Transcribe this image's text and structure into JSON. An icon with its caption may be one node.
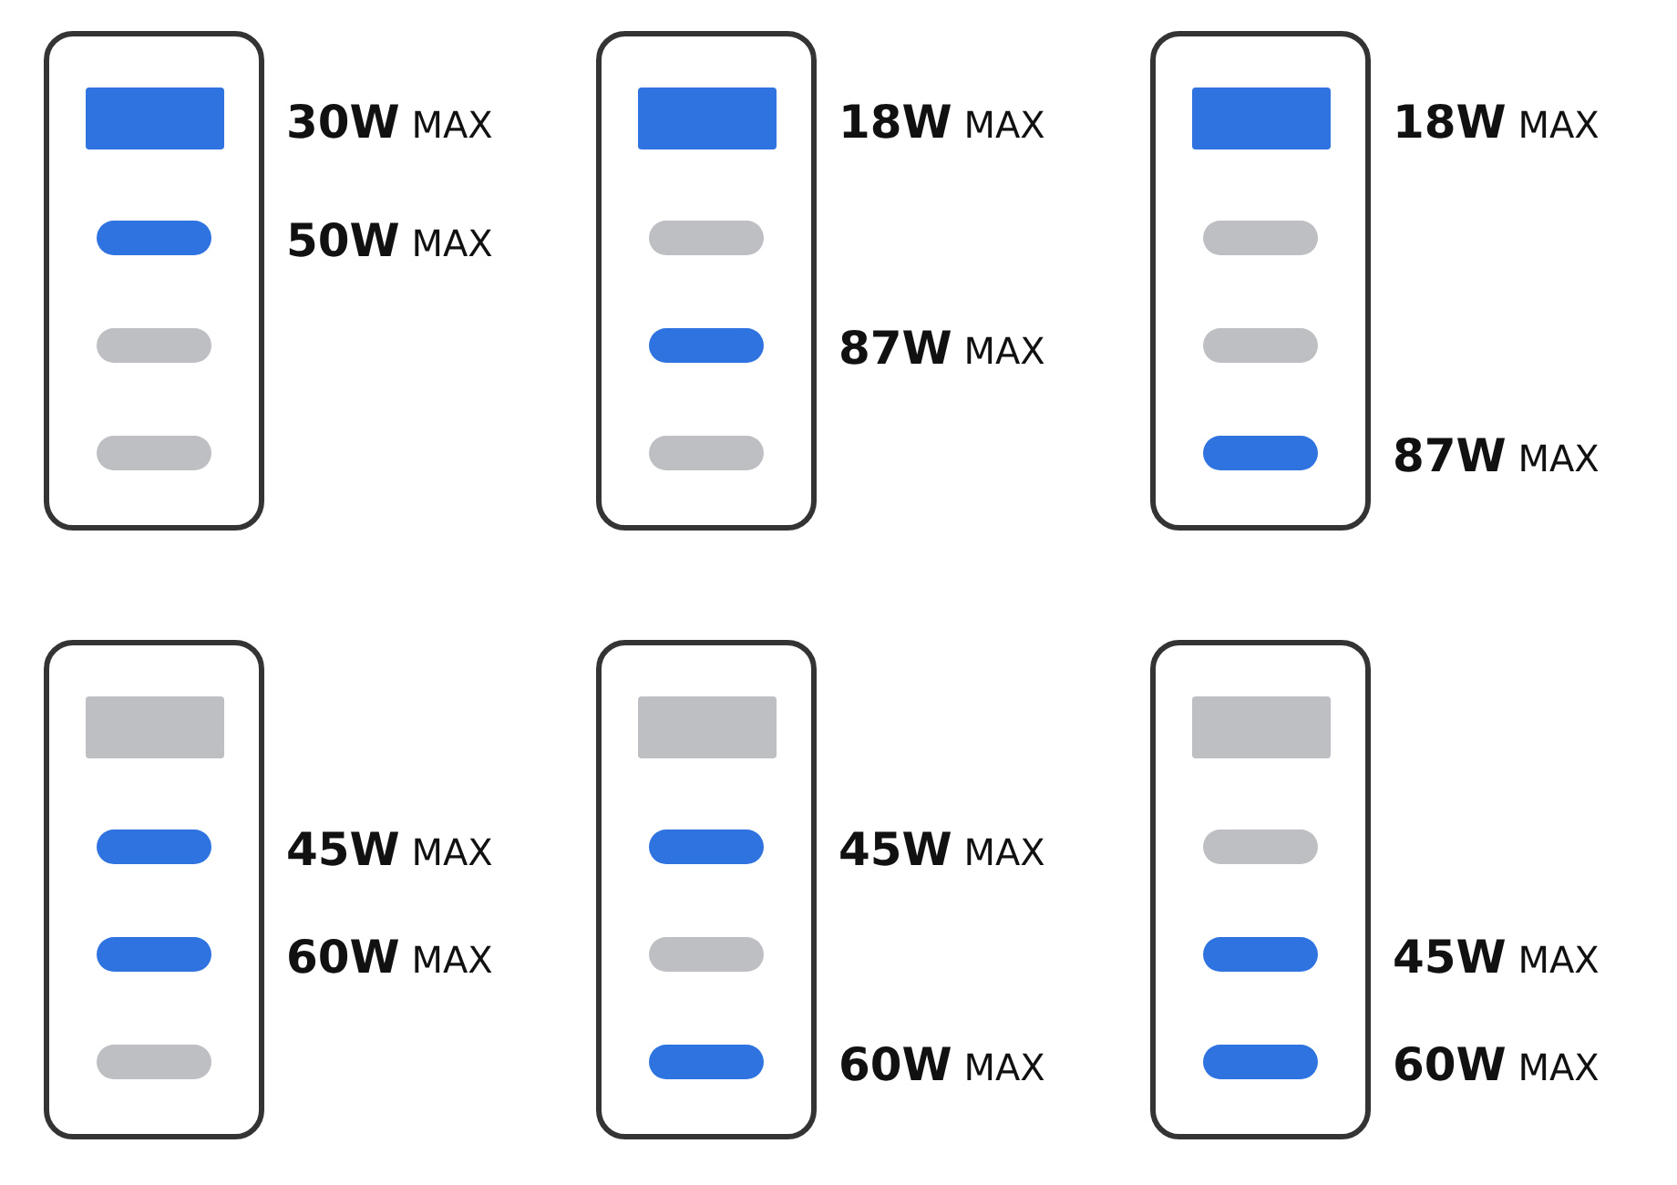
{
  "diagram": {
    "nodes": [
      {
        "text": [],
        "shape": "box"
      },
      {
        "text": [],
        "shape": "box",
        "in": 0,
        "beside": [
          "**30W** MAX"
        ]
      },
      {
        "text": [],
        "shape": "bar",
        "in": 0,
        "beside": [
          "**50W** MAX"
        ]
      },
      {
        "text": [],
        "shape": "bar",
        "in": 0
      },
      {
        "text": [],
        "shape": "bar",
        "in": 0
      },
      {
        "text": [],
        "shape": "box"
      },
      {
        "text": [],
        "shape": "box",
        "in": 5,
        "beside": [
          "**18W** MAX"
        ]
      },
      {
        "text": [],
        "shape": "bar",
        "in": 5
      },
      {
        "text": [],
        "shape": "bar",
        "in": 5,
        "beside": [
          "**87W** MAX"
        ]
      },
      {
        "text": [],
        "shape": "bar",
        "in": 5
      },
      {
        "text": [],
        "shape": "box"
      },
      {
        "text": [],
        "shape": "box",
        "in": 10,
        "beside": [
          "**18W** MAX"
        ]
      },
      {
        "text": [],
        "shape": "bar",
        "in": 10
      },
      {
        "text": [],
        "shape": "bar",
        "in": 10
      },
      {
        "text": [],
        "shape": "bar",
        "in": 10,
        "beside": [
          "**87W** MAX"
        ]
      },
      {
        "text": [],
        "shape": "box"
      },
      {
        "text": [],
        "shape": "box",
        "in": 15
      },
      {
        "text": [],
        "shape": "bar",
        "in": 15,
        "beside": [
          "**45W** MAX"
        ]
      },
      {
        "text": [],
        "shape": "bar",
        "in": 15,
        "beside": [
          "**60W** MAX"
        ]
      },
      {
        "text": [],
        "shape": "bar",
        "in": 15
      },
      {
        "text": [],
        "shape": "box"
      },
      {
        "text": [],
        "shape": "box",
        "in": 20
      },
      {
        "text": [],
        "shape": "bar",
        "in": 20,
        "beside": [
          "**45W** MAX"
        ]
      },
      {
        "text": [],
        "shape": "bar",
        "in": 20
      },
      {
        "text": [],
        "shape": "bar",
        "in": 20,
        "beside": [
          "**60W** MAX"
        ]
      },
      {
        "text": [],
        "shape": "box"
      },
      {
        "text": [],
        "shape": "box",
        "in": 25
      },
      {
        "text": [],
        "shape": "bar",
        "in": 25
      },
      {
        "text": [],
        "shape": "bar",
        "in": 25,
        "beside": [
          "**45W** MAX"
        ]
      },
      {
        "text": [],
        "shape": "bar",
        "in": 25,
        "beside": [
          "**60W** MAX"
        ]
      }
    ]
  }
}
